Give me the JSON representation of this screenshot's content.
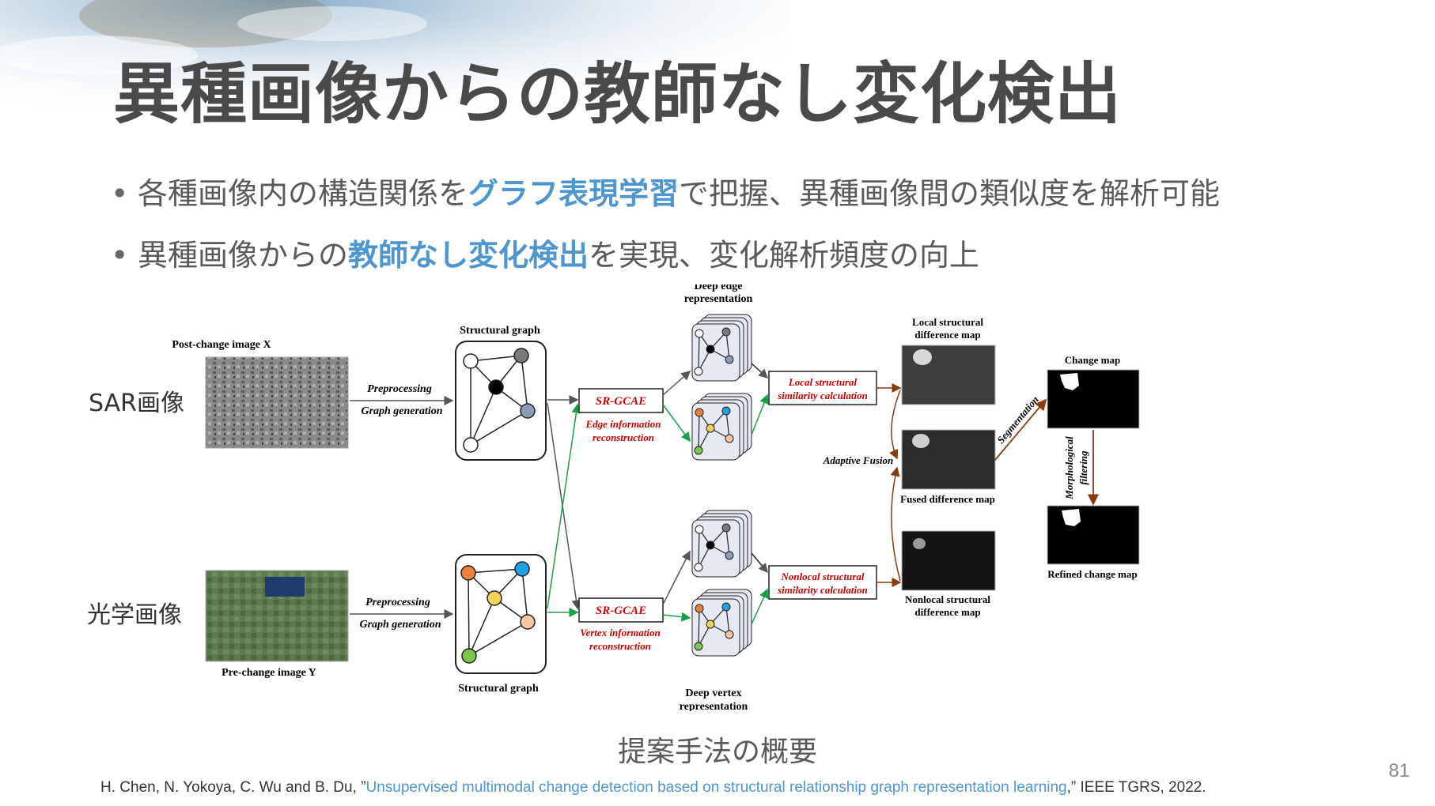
{
  "title": "異種画像からの教師なし変化検出",
  "bullets": [
    {
      "pre": "各種画像内の構造関係を",
      "highlight": "グラフ表現学習",
      "post": "で把握、異種画像間の類似度を解析可能"
    },
    {
      "pre": "異種画像からの",
      "highlight": "教師なし変化検出",
      "post": "を実現、変化解析頻度の向上"
    }
  ],
  "diagram": {
    "row_labels": {
      "sar": "SAR画像",
      "optical": "光学画像"
    },
    "post_change_label": "Post-change image X",
    "pre_change_label": "Pre-change image Y",
    "preprocessing": "Preprocessing",
    "graph_generation": "Graph generation",
    "structural_graph": "Structural graph",
    "sr_gcae": "SR-GCAE",
    "edge_info": [
      "Edge information",
      "reconstruction"
    ],
    "vertex_info": [
      "Vertex information",
      "reconstruction"
    ],
    "deep_edge": [
      "Deep edge",
      "representation"
    ],
    "deep_vertex": [
      "Deep vertex",
      "representation"
    ],
    "local_sim": [
      "Local structural",
      "similarity calculation"
    ],
    "nonlocal_sim": [
      "Nonlocal structural",
      "similarity calculation"
    ],
    "local_map": [
      "Local structural",
      "difference map"
    ],
    "nonlocal_map": [
      "Nonlocal structural",
      "difference map"
    ],
    "adaptive_fusion": "Adaptive Fusion",
    "fused_map": "Fused difference map",
    "segmentation": "Segmentation",
    "change_map": "Change map",
    "morph": [
      "Morphological",
      "filtering"
    ],
    "refined_map": "Refined change map"
  },
  "caption": "提案手法の概要",
  "reference": {
    "authors": "H. Chen, N. Yokoya, C. Wu and B. Du, ”",
    "link_text": "Unsupervised multimodal change detection based on structural relationship graph representation learning",
    "tail": ",” IEEE TGRS, 2022."
  },
  "page_number": "81",
  "colors": {
    "title": "#4a4a4a",
    "highlight": "#4f95cf",
    "red_label": "#cc0000",
    "green_arrow": "#1a9e4a",
    "brown_arrow": "#8b3a0f"
  }
}
